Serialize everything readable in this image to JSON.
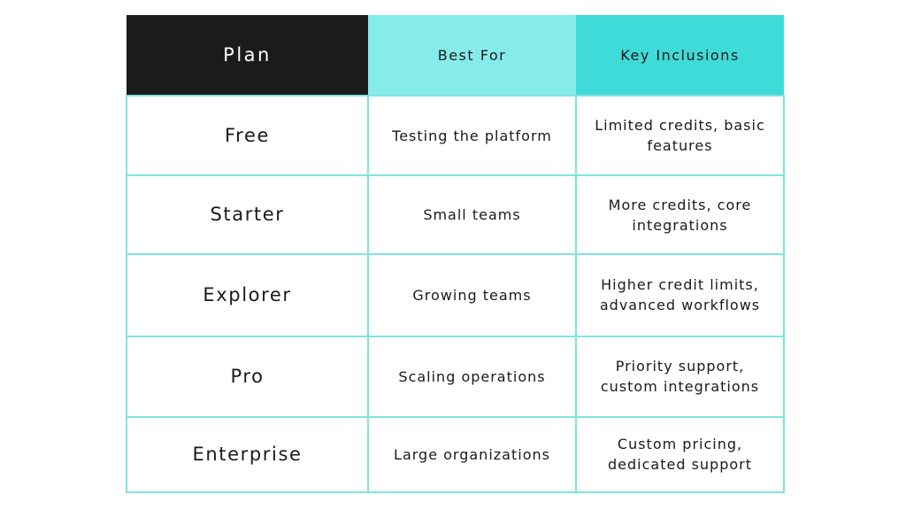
{
  "headers": {
    "plan": "Plan",
    "best_for": "Best For",
    "key_inclusions": "Key Inclusions"
  },
  "rows": [
    {
      "plan": "Free",
      "best_for": "Testing the platform",
      "key_inclusions": "Limited credits, basic features"
    },
    {
      "plan": "Starter",
      "best_for": "Small teams",
      "key_inclusions": "More credits, core integrations"
    },
    {
      "plan": "Explorer",
      "best_for": "Growing teams",
      "key_inclusions": "Higher credit limits, advanced workflows"
    },
    {
      "plan": "Pro",
      "best_for": "Scaling operations",
      "key_inclusions": "Priority support, custom integrations"
    },
    {
      "plan": "Enterprise",
      "best_for": "Large organizations",
      "key_inclusions": "Custom pricing, dedicated support"
    }
  ],
  "colors": {
    "header_plan_bg": "#1b1b1b",
    "header_best_for_bg": "#86ecea",
    "header_key_inclusions_bg": "#3fdbd8",
    "border": "#7fe3e3"
  }
}
